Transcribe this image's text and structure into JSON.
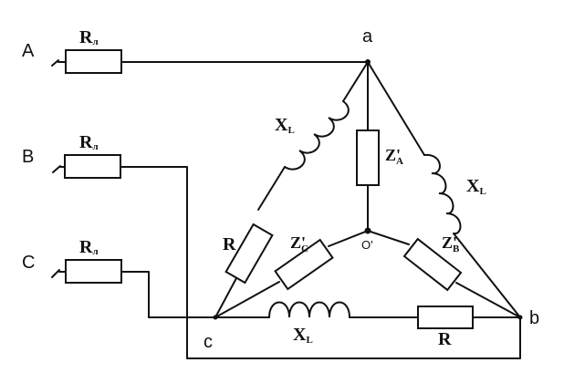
{
  "terminals": {
    "A": "A",
    "B": "B",
    "C": "C"
  },
  "nodes": {
    "a": "a",
    "b": "b",
    "c": "c",
    "o": "O'"
  },
  "line_resistors": {
    "base": "R",
    "sub": "л"
  },
  "elements": {
    "xl_left": {
      "base": "X",
      "sub": "L"
    },
    "xl_right": {
      "base": "X",
      "sub": "L"
    },
    "xl_bottom": {
      "base": "X",
      "sub": "L"
    },
    "r_left": "R",
    "r_bottom": "R",
    "z_a": {
      "base": "Z'",
      "sub": "A"
    },
    "z_b": {
      "base": "Z'",
      "sub": "B"
    },
    "z_c": {
      "base": "Z'",
      "sub": "C"
    }
  }
}
